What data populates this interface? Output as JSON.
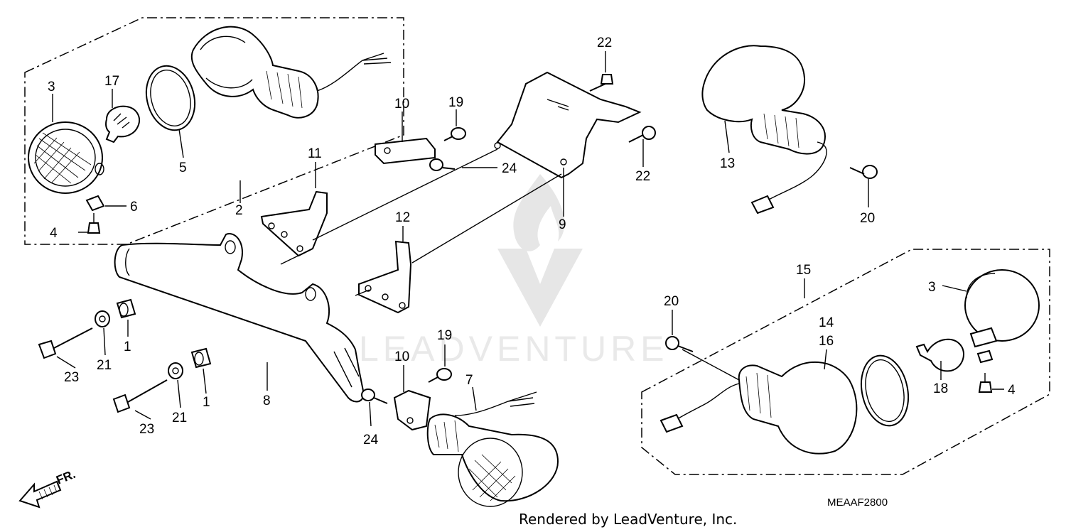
{
  "callouts": {
    "c1a": "1",
    "c1b": "1",
    "c2": "2",
    "c3a": "3",
    "c3b": "3",
    "c4a": "4",
    "c4b": "4",
    "c5": "5",
    "c6": "6",
    "c7": "7",
    "c8": "8",
    "c9": "9",
    "c10a": "10",
    "c10b": "10",
    "c11": "11",
    "c12": "12",
    "c13": "13",
    "c14": "14",
    "c15": "15",
    "c16": "16",
    "c17": "17",
    "c18": "18",
    "c19a": "19",
    "c19b": "19",
    "c20a": "20",
    "c20b": "20",
    "c21a": "21",
    "c21b": "21",
    "c22a": "22",
    "c22b": "22",
    "c23a": "23",
    "c23b": "23",
    "c24a": "24",
    "c24b": "24"
  },
  "diagram_code": "MEAAF2800",
  "footer": "Rendered by LeadVenture, Inc.",
  "front_label": "FR.",
  "watermark": "LEADVENTURE"
}
